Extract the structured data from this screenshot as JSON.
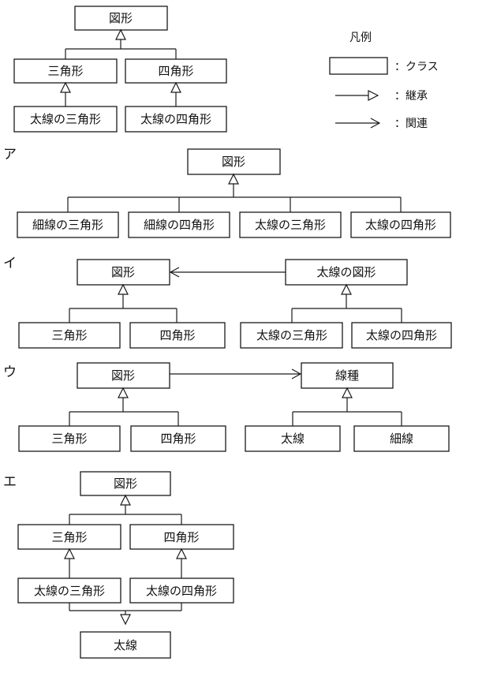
{
  "legend": {
    "title": "凡例",
    "class_label": "：クラス",
    "inherit_label": "：継承",
    "assoc_label": "：関連"
  },
  "top": {
    "shape": "図形",
    "triangle": "三角形",
    "square": "四角形",
    "thick_triangle": "太線の三角形",
    "thick_square": "太線の四角形"
  },
  "options": [
    {
      "marker": "ア",
      "root": "図形",
      "children": [
        "細線の三角形",
        "細線の四角形",
        "太線の三角形",
        "太線の四角形"
      ]
    },
    {
      "marker": "イ",
      "left_root": "図形",
      "left_children": [
        "三角形",
        "四角形"
      ],
      "right_root": "太線の図形",
      "right_children": [
        "太線の三角形",
        "太線の四角形"
      ]
    },
    {
      "marker": "ウ",
      "left_root": "図形",
      "left_children": [
        "三角形",
        "四角形"
      ],
      "right_root": "線種",
      "right_children": [
        "太線",
        "細線"
      ]
    },
    {
      "marker": "エ",
      "root": "図形",
      "mid": [
        "三角形",
        "四角形"
      ],
      "low": [
        "太線の三角形",
        "太線の四角形"
      ],
      "bottom": "太線"
    }
  ]
}
